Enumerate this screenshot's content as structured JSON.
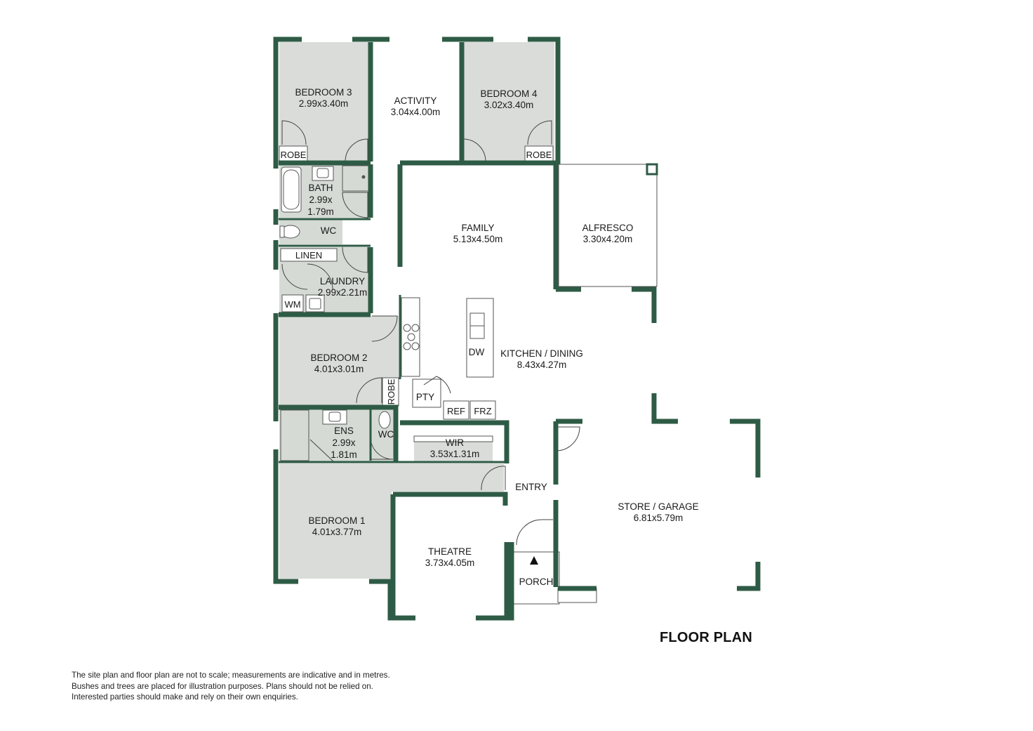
{
  "title": "FLOOR PLAN",
  "disclaimer": [
    "The site plan and floor plan are not to scale; measurements are indicative and in metres.",
    "Bushes and trees are placed for illustration purposes. Plans should not be relied on.",
    "Interested parties should make and rely on their own enquiries."
  ],
  "colors": {
    "wall": "#2e5b45",
    "wet_area": "#d5dad5",
    "bedroom_fill": "#d9dcd9",
    "open_fill": "#ffffff"
  },
  "rooms": {
    "bedroom3": {
      "name": "BEDROOM 3",
      "size": "2.99x3.40m"
    },
    "activity": {
      "name": "ACTIVITY",
      "size": "3.04x4.00m"
    },
    "bedroom4": {
      "name": "BEDROOM 4",
      "size": "3.02x3.40m"
    },
    "robe_b3": {
      "name": "ROBE"
    },
    "robe_b4": {
      "name": "ROBE"
    },
    "bath": {
      "name": "BATH",
      "size_line1": "2.99x",
      "size_line2": "1.79m"
    },
    "wc1": {
      "name": "WC"
    },
    "linen": {
      "name": "LINEN"
    },
    "laundry": {
      "name": "LAUNDRY",
      "size": "2.99x2.21m"
    },
    "wm": {
      "name": "WM"
    },
    "family": {
      "name": "FAMILY",
      "size": "5.13x4.50m"
    },
    "alfresco": {
      "name": "ALFRESCO",
      "size": "3.30x4.20m"
    },
    "kitchen": {
      "name": "KITCHEN / DINING",
      "size": "8.43x4.27m"
    },
    "dw": {
      "name": "DW"
    },
    "bedroom2": {
      "name": "BEDROOM 2",
      "size": "4.01x3.01m"
    },
    "robe_b2": {
      "name": "ROBE"
    },
    "pty": {
      "name": "PTY"
    },
    "ref": {
      "name": "REF"
    },
    "frz": {
      "name": "FRZ"
    },
    "ens": {
      "name": "ENS",
      "size_line1": "2.99x",
      "size_line2": "1.81m"
    },
    "wc2": {
      "name": "WC"
    },
    "wir": {
      "name": "WIR",
      "size": "3.53x1.31m"
    },
    "entry": {
      "name": "ENTRY"
    },
    "garage": {
      "name": "STORE / GARAGE",
      "size": "6.81x5.79m"
    },
    "bedroom1": {
      "name": "BEDROOM 1",
      "size": "4.01x3.77m"
    },
    "theatre": {
      "name": "THEATRE",
      "size": "3.73x4.05m"
    },
    "porch": {
      "name": "PORCH"
    }
  }
}
